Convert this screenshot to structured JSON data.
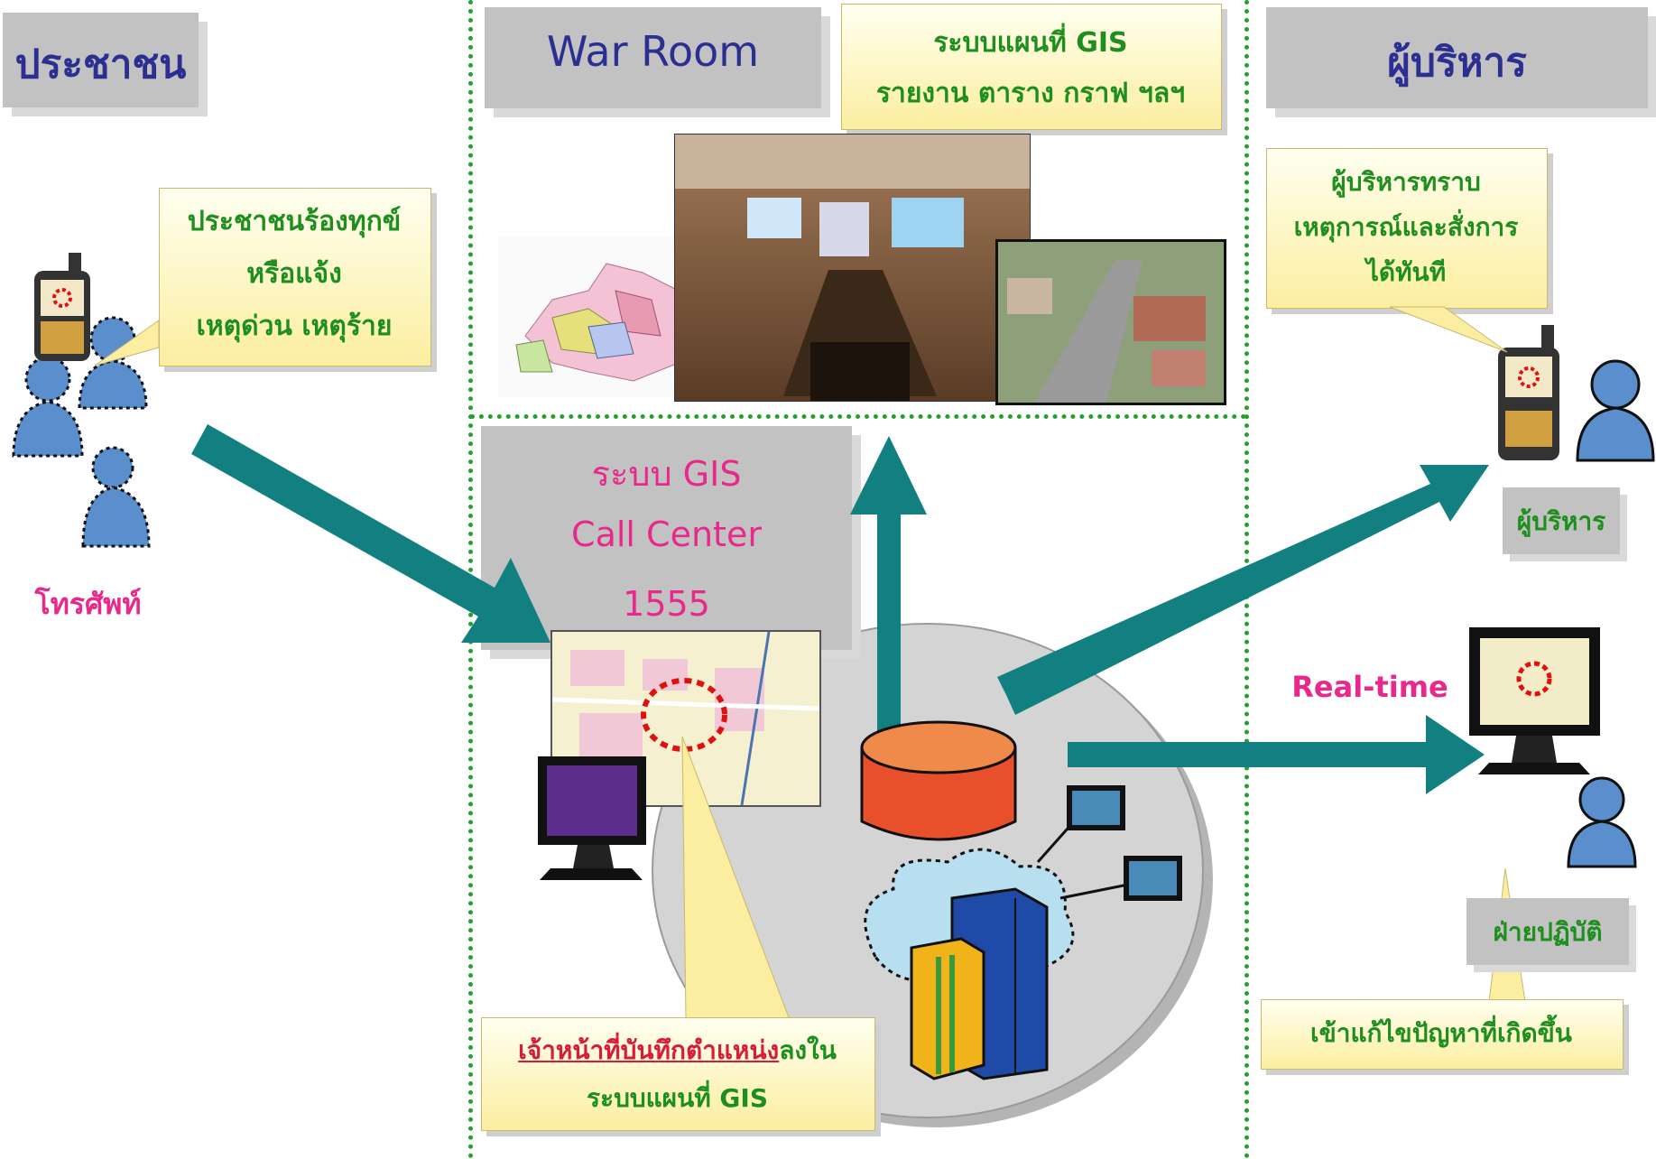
{
  "columns": {
    "people": "ประชาชน",
    "war_room": "War Room",
    "gis_reports": [
      "ระบบแผนที่ GIS",
      "รายงาน ตาราง กราฟ ฯลฯ"
    ],
    "executives": "ผู้บริหาร"
  },
  "people_callout": [
    "ประชาชนร้องทุกข์",
    "หรือแจ้ง",
    "เหตุด่วน เหตุร้าย"
  ],
  "phone_label": "โทรศัพท์",
  "call_center": [
    "ระบบ GIS",
    "Call Center",
    "1555"
  ],
  "staff_callout": {
    "underlined": "เจ้าหน้าที่บันทึกตำแหน่ง",
    "rest": "ลงใน",
    "line2": "ระบบแผนที่ GIS"
  },
  "exec_callout": [
    "ผู้บริหารทราบ",
    "เหตุการณ์และสั่งการ",
    "ได้ทันที"
  ],
  "exec_label": "ผู้บริหาร",
  "realtime": "Real-time",
  "operations_label": "ฝ่ายปฏิบัติ",
  "operations_callout": "เข้าแก้ไขปัญหาที่เกิดขึ้น",
  "colors": {
    "arrow": "#127f80",
    "divider": "#22a22a",
    "pink": "#e8288b",
    "heading": "#2b2f92"
  }
}
